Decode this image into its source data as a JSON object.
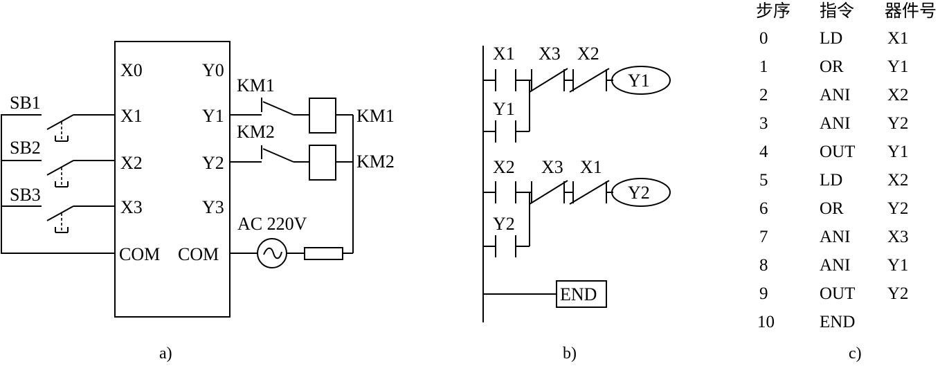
{
  "panel_a": {
    "caption": "a)",
    "plc_inputs": [
      "X0",
      "X1",
      "X2",
      "X3",
      "COM"
    ],
    "plc_outputs": [
      "Y0",
      "Y1",
      "Y2",
      "Y3",
      "COM"
    ],
    "switches": [
      "SB1",
      "SB2",
      "SB3"
    ],
    "output_contacts": [
      "KM1",
      "KM2"
    ],
    "coils": [
      "KM1",
      "KM2"
    ],
    "power_label": "AC 220V"
  },
  "panel_b": {
    "caption": "b)",
    "rung1": {
      "contacts": [
        "X1",
        "X3",
        "X2"
      ],
      "branch": "Y1",
      "coil": "Y1"
    },
    "rung2": {
      "contacts": [
        "X2",
        "X3",
        "X1"
      ],
      "branch": "Y2",
      "coil": "Y2"
    },
    "end_label": "END"
  },
  "panel_c": {
    "caption": "c)",
    "headers": [
      "步序",
      "指令",
      "器件号"
    ],
    "rows": [
      [
        "0",
        "LD",
        "X1"
      ],
      [
        "1",
        "OR",
        "Y1"
      ],
      [
        "2",
        "ANI",
        "X2"
      ],
      [
        "3",
        "ANI",
        "Y2"
      ],
      [
        "4",
        "OUT",
        "Y1"
      ],
      [
        "5",
        "LD",
        "X2"
      ],
      [
        "6",
        "OR",
        "Y2"
      ],
      [
        "7",
        "ANI",
        "X3"
      ],
      [
        "8",
        "ANI",
        "Y1"
      ],
      [
        "9",
        "OUT",
        "Y2"
      ],
      [
        "10",
        "END",
        ""
      ]
    ]
  }
}
